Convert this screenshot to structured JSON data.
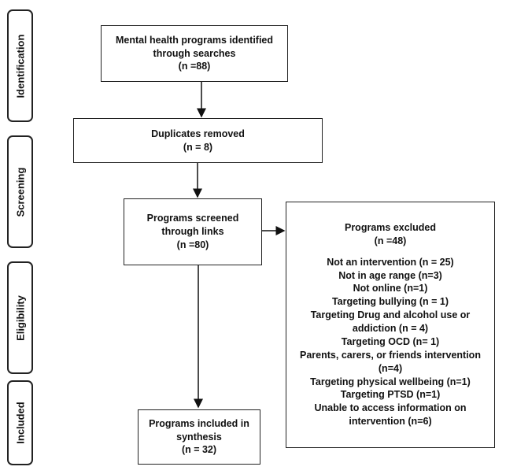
{
  "phases": [
    {
      "id": "identification",
      "label": "Identification"
    },
    {
      "id": "screening",
      "label": "Screening"
    },
    {
      "id": "eligibility",
      "label": "Eligibility"
    },
    {
      "id": "included",
      "label": "Included"
    }
  ],
  "boxes": {
    "identified": {
      "lines": [
        "Mental health programs identified",
        "through searches",
        "(n =88)"
      ]
    },
    "duplicates": {
      "lines": [
        "Duplicates removed",
        "(n = 8)"
      ]
    },
    "screened": {
      "lines": [
        "Programs screened",
        "through links",
        "(n =80)"
      ]
    },
    "excluded": {
      "header": [
        "Programs excluded",
        "(n =48)"
      ],
      "reasons": [
        "Not an intervention (n = 25)",
        "Not in age range (n=3)",
        "Not online (n=1)",
        "Targeting bullying (n = 1)",
        "Targeting Drug and alcohol use or",
        "addiction (n = 4)",
        "Targeting OCD (n= 1)",
        "Parents, carers, or friends intervention",
        "(n=4)",
        "Targeting physical wellbeing (n=1)",
        "Targeting PTSD (n=1)",
        "Unable to access information on",
        "intervention (n=6)"
      ]
    },
    "included": {
      "lines": [
        "Programs included in",
        "synthesis",
        "(n = 32)"
      ]
    }
  }
}
